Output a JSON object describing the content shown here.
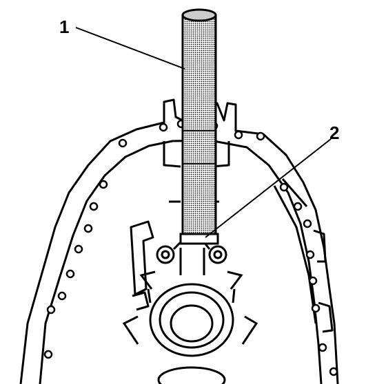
{
  "callouts": [
    {
      "label": "1",
      "target": "installer-tool"
    },
    {
      "label": "2",
      "target": "seal-bore"
    }
  ],
  "colors": {
    "ink": "#000000",
    "paper": "#ffffff",
    "tool_halftone": "#b8b8b8"
  }
}
